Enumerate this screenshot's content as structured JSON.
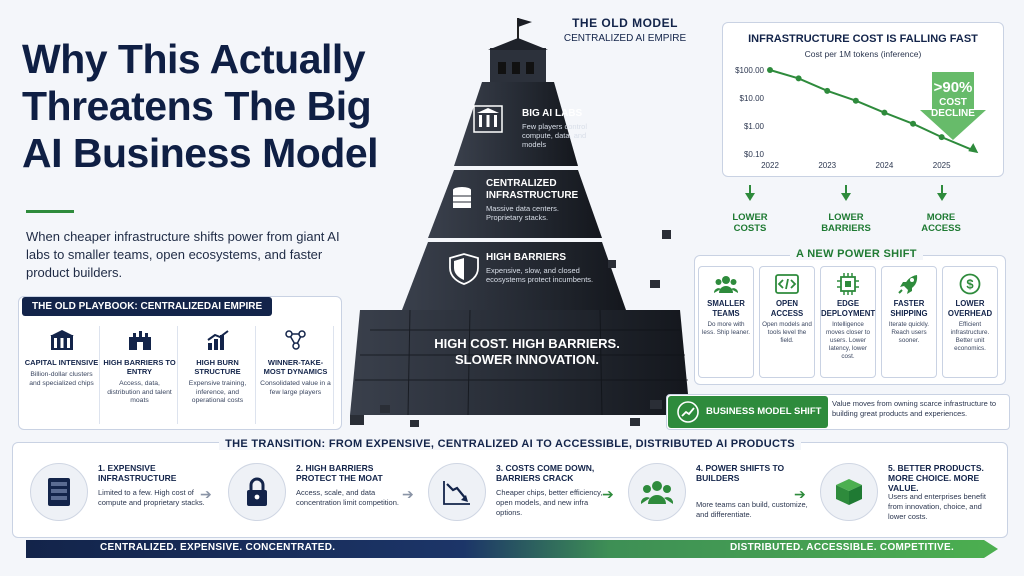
{
  "title": "Why This Actually Threatens The Big AI Business Model",
  "intro": "When cheaper infrastructure shifts power from giant AI labs to smaller teams, open ecosystems, and faster product builders.",
  "old_playbook": {
    "heading": "THE OLD PLAYBOOK: CENTRALIZEDAI EMPIRE",
    "cards": [
      {
        "icon": "building-icon",
        "title": "CAPITAL INTENSIVE",
        "desc": "Billion-dollar clusters and specialized chips"
      },
      {
        "icon": "castle-icon",
        "title": "HIGH BARRIERS TO ENTRY",
        "desc": "Access, data, distribution and talent moats"
      },
      {
        "icon": "burn-chart-icon",
        "title": "HIGH BURN STRUCTURE",
        "desc": "Expensive training, inference, and operational costs"
      },
      {
        "icon": "network-icon",
        "title": "WINNER-TAKE-MOST DYNAMICS",
        "desc": "Consolidated value in a few large players"
      }
    ]
  },
  "old_model": {
    "title": "THE OLD MODEL",
    "subtitle": "CENTRALIZED AI EMPIRE",
    "tiers": [
      {
        "icon": "bank-icon",
        "title": "BIG AI LABS",
        "desc": "Few players control compute, data, and models"
      },
      {
        "icon": "database-icon",
        "title": "CENTRALIZED INFRASTRUCTURE",
        "desc": "Massive data centers. Proprietary stacks."
      },
      {
        "icon": "shield-icon",
        "title": "HIGH BARRIERS",
        "desc": "Expensive, slow, and closed ecosystems protect incumbents."
      }
    ],
    "base_line1": "HIGH COST. HIGH BARRIERS.",
    "base_line2": "SLOWER INNOVATION."
  },
  "cost_chart": {
    "title": "INFRASTRUCTURE COST IS FALLING FAST",
    "subtitle": "Cost per 1M tokens (inference)",
    "callout_value": ">90%",
    "callout_line1": "COST",
    "callout_line2": "DECLINE"
  },
  "chart_data": {
    "type": "line",
    "title": "INFRASTRUCTURE COST IS FALLING FAST",
    "subtitle": "Cost per 1M tokens (inference)",
    "x_ticks": [
      "2022",
      "2023",
      "2024",
      "2025"
    ],
    "y_ticks": [
      "$100.00",
      "$10.00",
      "$1.00",
      "$0.10"
    ],
    "y_scale": "log",
    "series": [
      {
        "x": [
          2022,
          2022.5,
          2023,
          2023.5,
          2024,
          2024.5,
          2025,
          2025.5
        ],
        "y": [
          100,
          50,
          18,
          8,
          3,
          1.2,
          0.4,
          0.15
        ]
      }
    ],
    "ylim": [
      0.1,
      100
    ],
    "color": "#2e8b3c"
  },
  "effects": [
    "LOWER COSTS",
    "LOWER BARRIERS",
    "MORE ACCESS"
  ],
  "power_shift": {
    "title": "A NEW POWER SHIFT",
    "cards": [
      {
        "icon": "team-icon",
        "title": "SMALLER TEAMS",
        "desc": "Do more with less. Ship leaner."
      },
      {
        "icon": "code-icon",
        "title": "OPEN ACCESS",
        "desc": "Open models and tools level the field."
      },
      {
        "icon": "chip-icon",
        "title": "EDGE DEPLOYMENT",
        "desc": "Intelligence moves closer to users. Lower latency, lower cost."
      },
      {
        "icon": "rocket-icon",
        "title": "FASTER SHIPPING",
        "desc": "Iterate quickly. Reach users sooner."
      },
      {
        "icon": "dollar-icon",
        "title": "LOWER OVERHEAD",
        "desc": "Efficient infrastructure. Better unit economics."
      }
    ]
  },
  "business_shift": {
    "label": "BUSINESS MODEL SHIFT",
    "desc": "Value moves from owning scarce infrastructure to building great products and experiences."
  },
  "transition": {
    "title": "THE TRANSITION: FROM EXPENSIVE, CENTRALIZED AI TO ACCESSIBLE, DISTRIBUTED AI PRODUCTS",
    "steps": [
      {
        "icon": "server-icon",
        "title": "1. EXPENSIVE INFRASTRUCTURE",
        "desc": "Limited to a few. High cost of compute and proprietary stacks."
      },
      {
        "icon": "lock-icon",
        "title": "2. HIGH BARRIERS PROTECT THE MOAT",
        "desc": "Access, scale, and data concentration limit competition."
      },
      {
        "icon": "trend-down-icon",
        "title": "3. COSTS COME DOWN, BARRIERS CRACK",
        "desc": "Cheaper chips, better efficiency, open models, and new infra options."
      },
      {
        "icon": "group-icon",
        "title": "4. POWER SHIFTS TO BUILDERS",
        "desc": "More teams can build, customize, and differentiate."
      },
      {
        "icon": "cube-icon",
        "title": "5. BETTER PRODUCTS. MORE CHOICE. MORE VALUE.",
        "desc": "Users and enterprises benefit from innovation, choice, and lower costs."
      }
    ],
    "bar_left": "CENTRALIZED. EXPENSIVE. CONCENTRATED.",
    "bar_right": "DISTRIBUTED. ACCESSIBLE. COMPETITIVE."
  }
}
